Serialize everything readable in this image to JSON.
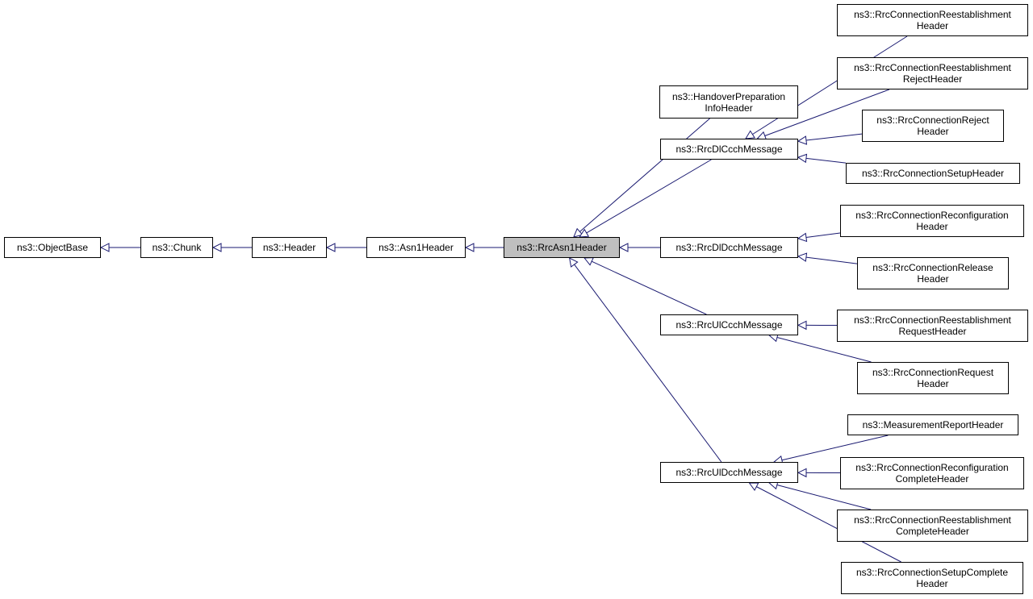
{
  "colors": {
    "edge": "#191970",
    "node_border": "#000000",
    "node_fill": "#ffffff",
    "current_fill": "#bfbfbf"
  },
  "nodes": {
    "object_base": {
      "lines": [
        "ns3::ObjectBase"
      ]
    },
    "chunk": {
      "lines": [
        "ns3::Chunk"
      ]
    },
    "header": {
      "lines": [
        "ns3::Header"
      ]
    },
    "asn1_header": {
      "lines": [
        "ns3::Asn1Header"
      ]
    },
    "rrc_asn1_header": {
      "lines": [
        "ns3::RrcAsn1Header"
      ],
      "current": true
    },
    "handover_prep": {
      "lines": [
        "ns3::HandoverPreparation",
        "InfoHeader"
      ]
    },
    "rrc_dl_ccch": {
      "lines": [
        "ns3::RrcDlCcchMessage"
      ]
    },
    "rrc_dl_dcch": {
      "lines": [
        "ns3::RrcDlDcchMessage"
      ]
    },
    "rrc_ul_ccch": {
      "lines": [
        "ns3::RrcUlCcchMessage"
      ]
    },
    "rrc_ul_dcch": {
      "lines": [
        "ns3::RrcUlDcchMessage"
      ]
    },
    "reestab_header": {
      "lines": [
        "ns3::RrcConnectionReestablishment",
        "Header"
      ]
    },
    "reestab_reject": {
      "lines": [
        "ns3::RrcConnectionReestablishment",
        "RejectHeader"
      ]
    },
    "conn_reject": {
      "lines": [
        "ns3::RrcConnectionReject",
        "Header"
      ]
    },
    "conn_setup": {
      "lines": [
        "ns3::RrcConnectionSetupHeader"
      ]
    },
    "reconfig": {
      "lines": [
        "ns3::RrcConnectionReconfiguration",
        "Header"
      ]
    },
    "release": {
      "lines": [
        "ns3::RrcConnectionRelease",
        "Header"
      ]
    },
    "reestab_request": {
      "lines": [
        "ns3::RrcConnectionReestablishment",
        "RequestHeader"
      ]
    },
    "conn_request": {
      "lines": [
        "ns3::RrcConnectionRequest",
        "Header"
      ]
    },
    "meas_report": {
      "lines": [
        "ns3::MeasurementReportHeader"
      ]
    },
    "reconfig_complete": {
      "lines": [
        "ns3::RrcConnectionReconfiguration",
        "CompleteHeader"
      ]
    },
    "reestab_complete": {
      "lines": [
        "ns3::RrcConnectionReestablishment",
        "CompleteHeader"
      ]
    },
    "setup_complete": {
      "lines": [
        "ns3::RrcConnectionSetupComplete",
        "Header"
      ]
    }
  },
  "edges": [
    {
      "from": "chunk",
      "to": "object_base"
    },
    {
      "from": "header",
      "to": "chunk"
    },
    {
      "from": "asn1_header",
      "to": "header"
    },
    {
      "from": "rrc_asn1_header",
      "to": "asn1_header"
    },
    {
      "from": "handover_prep",
      "to": "rrc_asn1_header"
    },
    {
      "from": "rrc_dl_ccch",
      "to": "rrc_asn1_header"
    },
    {
      "from": "rrc_dl_dcch",
      "to": "rrc_asn1_header"
    },
    {
      "from": "rrc_ul_ccch",
      "to": "rrc_asn1_header"
    },
    {
      "from": "rrc_ul_dcch",
      "to": "rrc_asn1_header"
    },
    {
      "from": "reestab_header",
      "to": "rrc_dl_ccch"
    },
    {
      "from": "reestab_reject",
      "to": "rrc_dl_ccch"
    },
    {
      "from": "conn_reject",
      "to": "rrc_dl_ccch"
    },
    {
      "from": "conn_setup",
      "to": "rrc_dl_ccch"
    },
    {
      "from": "reconfig",
      "to": "rrc_dl_dcch"
    },
    {
      "from": "release",
      "to": "rrc_dl_dcch"
    },
    {
      "from": "reestab_request",
      "to": "rrc_ul_ccch"
    },
    {
      "from": "conn_request",
      "to": "rrc_ul_ccch"
    },
    {
      "from": "meas_report",
      "to": "rrc_ul_dcch"
    },
    {
      "from": "reconfig_complete",
      "to": "rrc_ul_dcch"
    },
    {
      "from": "reestab_complete",
      "to": "rrc_ul_dcch"
    },
    {
      "from": "setup_complete",
      "to": "rrc_ul_dcch"
    }
  ]
}
